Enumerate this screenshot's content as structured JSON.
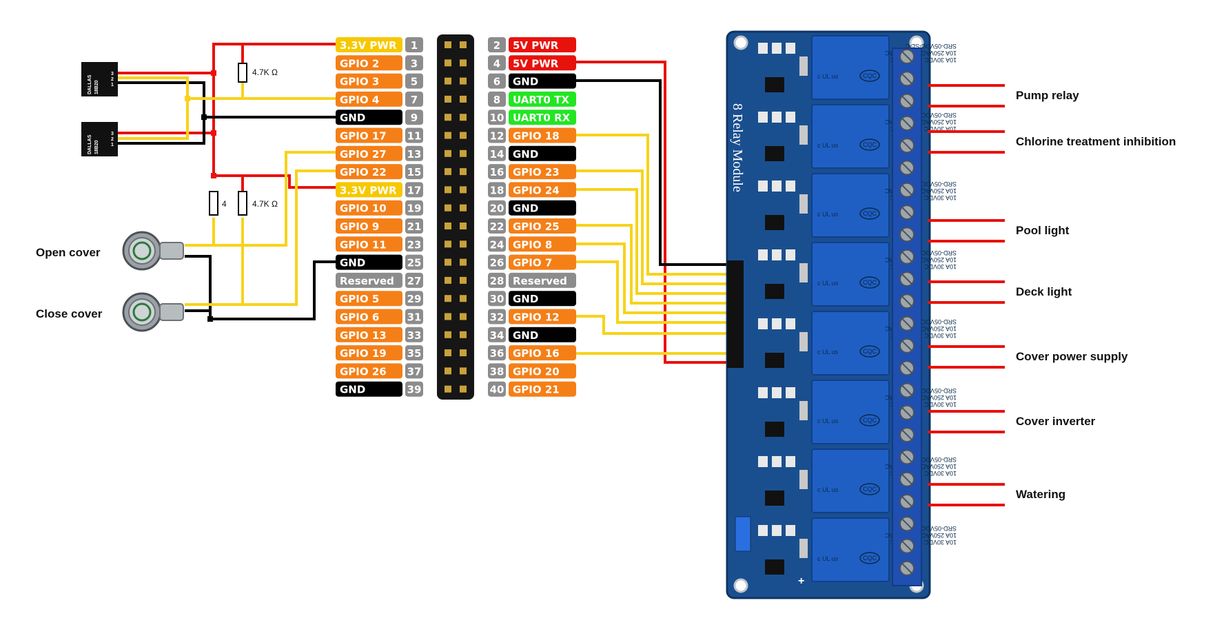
{
  "gpio_header": {
    "left_pins": [
      {
        "num": "1",
        "label": "3.3V PWR",
        "color": "#f7c800"
      },
      {
        "num": "3",
        "label": "GPIO 2",
        "color": "#f57f17"
      },
      {
        "num": "5",
        "label": "GPIO 3",
        "color": "#f57f17"
      },
      {
        "num": "7",
        "label": "GPIO 4",
        "color": "#f57f17"
      },
      {
        "num": "9",
        "label": "GND",
        "color": "#000000"
      },
      {
        "num": "11",
        "label": "GPIO 17",
        "color": "#f57f17"
      },
      {
        "num": "13",
        "label": "GPIO 27",
        "color": "#f57f17"
      },
      {
        "num": "15",
        "label": "GPIO 22",
        "color": "#f57f17"
      },
      {
        "num": "17",
        "label": "3.3V PWR",
        "color": "#f7c800"
      },
      {
        "num": "19",
        "label": "GPIO 10",
        "color": "#f57f17"
      },
      {
        "num": "21",
        "label": "GPIO 9",
        "color": "#f57f17"
      },
      {
        "num": "23",
        "label": "GPIO 11",
        "color": "#f57f17"
      },
      {
        "num": "25",
        "label": "GND",
        "color": "#000000"
      },
      {
        "num": "27",
        "label": "Reserved",
        "color": "#8c8c8c"
      },
      {
        "num": "29",
        "label": "GPIO 5",
        "color": "#f57f17"
      },
      {
        "num": "31",
        "label": "GPIO 6",
        "color": "#f57f17"
      },
      {
        "num": "33",
        "label": "GPIO 13",
        "color": "#f57f17"
      },
      {
        "num": "35",
        "label": "GPIO 19",
        "color": "#f57f17"
      },
      {
        "num": "37",
        "label": "GPIO 26",
        "color": "#f57f17"
      },
      {
        "num": "39",
        "label": "GND",
        "color": "#000000"
      }
    ],
    "right_pins": [
      {
        "num": "2",
        "label": "5V PWR",
        "color": "#e8120c"
      },
      {
        "num": "4",
        "label": "5V PWR",
        "color": "#e8120c"
      },
      {
        "num": "6",
        "label": "GND",
        "color": "#000000"
      },
      {
        "num": "8",
        "label": "UART0 TX",
        "color": "#22e622"
      },
      {
        "num": "10",
        "label": "UART0 RX",
        "color": "#22e622"
      },
      {
        "num": "12",
        "label": "GPIO 18",
        "color": "#f57f17"
      },
      {
        "num": "14",
        "label": "GND",
        "color": "#000000"
      },
      {
        "num": "16",
        "label": "GPIO 23",
        "color": "#f57f17"
      },
      {
        "num": "18",
        "label": "GPIO 24",
        "color": "#f57f17"
      },
      {
        "num": "20",
        "label": "GND",
        "color": "#000000"
      },
      {
        "num": "22",
        "label": "GPIO 25",
        "color": "#f57f17"
      },
      {
        "num": "24",
        "label": "GPIO 8",
        "color": "#f57f17"
      },
      {
        "num": "26",
        "label": "GPIO 7",
        "color": "#f57f17"
      },
      {
        "num": "28",
        "label": "Reserved",
        "color": "#8c8c8c"
      },
      {
        "num": "30",
        "label": "GND",
        "color": "#000000"
      },
      {
        "num": "32",
        "label": "GPIO 12",
        "color": "#f57f17"
      },
      {
        "num": "34",
        "label": "GND",
        "color": "#000000"
      },
      {
        "num": "36",
        "label": "GPIO 16",
        "color": "#f57f17"
      },
      {
        "num": "38",
        "label": "GPIO 20",
        "color": "#f57f17"
      },
      {
        "num": "40",
        "label": "GPIO 21",
        "color": "#f57f17"
      }
    ],
    "num_badge_color": "#8c8c8c"
  },
  "sensors": {
    "brand": "DALLAS",
    "model": "18B20",
    "pins": [
      "1",
      "2",
      "3"
    ]
  },
  "resistors": {
    "label_top": "4.7K Ω",
    "label_bottom": "4.7K Ω",
    "label_partial": "4"
  },
  "buttons": {
    "open_label": "Open cover",
    "close_label": "Close cover"
  },
  "relay_module": {
    "title": "8 Relay Module",
    "relay_model": "SRD-05VDC-SL-C",
    "rating_1": "10A 250VAC  10A 125VAC",
    "rating_2": "10A 30VDC  10A 28VDC",
    "cert": "CQC",
    "ul": "c UL us",
    "plus": "+",
    "board_color": "#1a4f8f",
    "relay_color": "#1f5fc4"
  },
  "outputs": [
    "Pump relay",
    "Chlorine treatment inhibition",
    "Pool light",
    "Deck light",
    "Cover power supply",
    "Cover inverter",
    "Watering"
  ],
  "wire_colors": {
    "red": "#e8120c",
    "yellow": "#f7d31a",
    "black": "#000000"
  }
}
